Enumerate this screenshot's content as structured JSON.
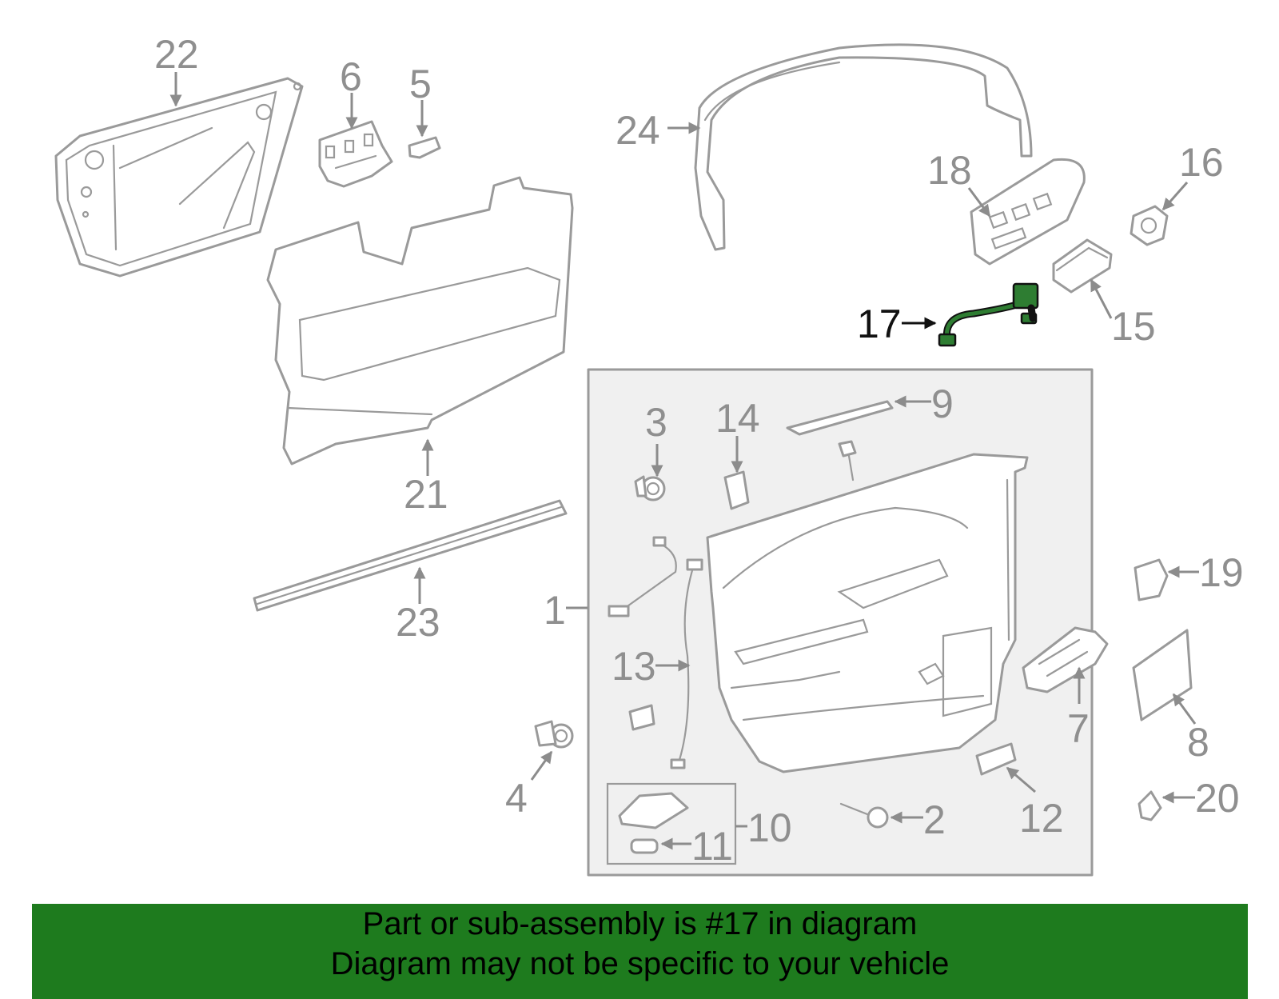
{
  "callouts": {
    "p1": "1",
    "p2": "2",
    "p3": "3",
    "p4": "4",
    "p5": "5",
    "p6": "6",
    "p7": "7",
    "p8": "8",
    "p9": "9",
    "p10": "10",
    "p11": "11",
    "p12": "12",
    "p13": "13",
    "p14": "14",
    "p15": "15",
    "p16": "16",
    "p17": "17",
    "p18": "18",
    "p19": "19",
    "p20": "20",
    "p21": "21",
    "p22": "22",
    "p23": "23",
    "p24": "24"
  },
  "highlight": {
    "part": "17",
    "color": "#2e7d32"
  },
  "banner": {
    "line1": "Part or sub-assembly is #17 in diagram",
    "line2": "Diagram may not be specific to your vehicle",
    "color": "#1e7b1e"
  }
}
